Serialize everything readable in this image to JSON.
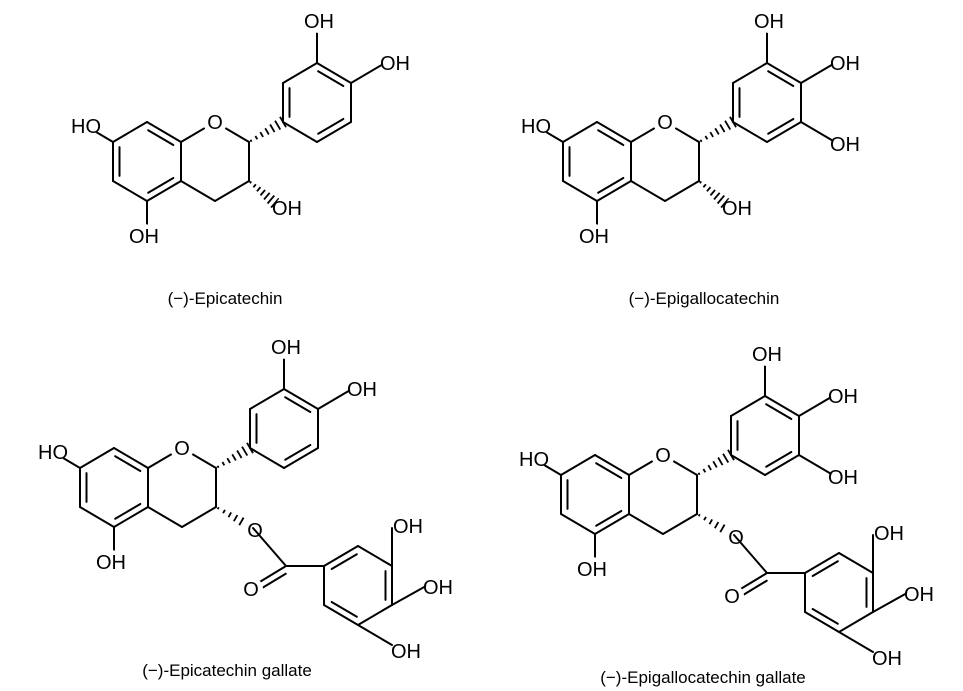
{
  "atom_labels": {
    "hydroxyl": "OH",
    "hydroxyl_left": "HO",
    "ring_oxygen": "O",
    "carbonyl_oxygen": "O",
    "ester_oxygen": "O"
  },
  "compounds": [
    {
      "name": "(−)-Epicatechin"
    },
    {
      "name": "(−)-Epigallocatechin"
    },
    {
      "name": "(−)-Epicatechin gallate"
    },
    {
      "name": "(−)-Epigallocatechin gallate"
    }
  ]
}
